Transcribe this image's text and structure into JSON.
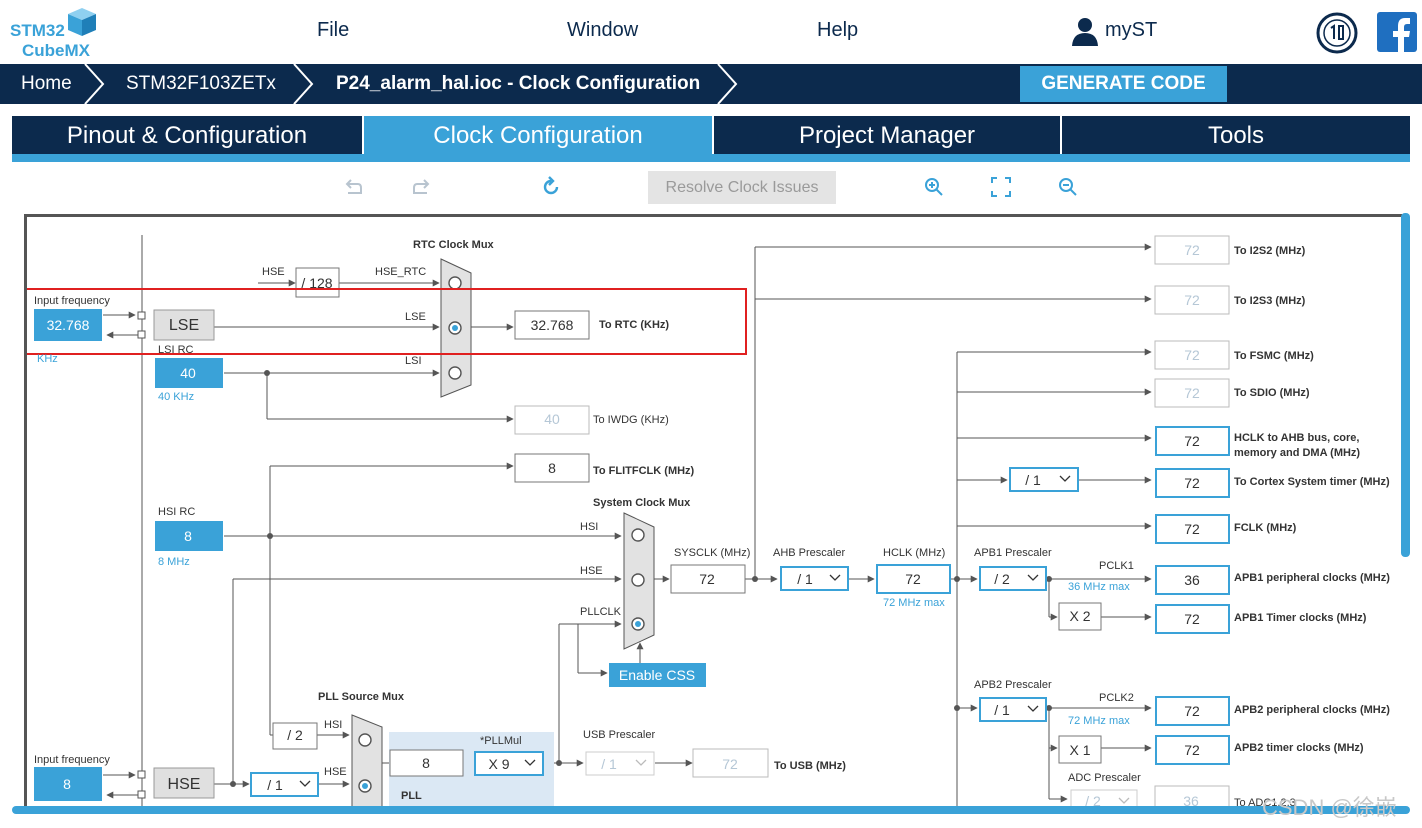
{
  "app": {
    "logo_top": "STM32",
    "logo_bottom": "CubeMX"
  },
  "menu": {
    "file": "File",
    "window": "Window",
    "help": "Help",
    "myst": "myST"
  },
  "breadcrumb": [
    "Home",
    "STM32F103ZETx",
    "P24_alarm_hal.ioc - Clock Configuration"
  ],
  "generate_label": "GENERATE CODE",
  "tabs": [
    "Pinout & Configuration",
    "Clock Configuration",
    "Project Manager",
    "Tools"
  ],
  "toolbar": {
    "resolve_label": "Resolve Clock Issues"
  },
  "watermark": "CSDN @徐嵌",
  "colors": {
    "accent": "#3aa2d8",
    "navy": "#0c2a4d",
    "highlight": "#e02020"
  },
  "diagram": {
    "lse_input": {
      "label": "Input frequency",
      "value": "32.768",
      "unit": "KHz"
    },
    "lse": "LSE",
    "lsi": {
      "label": "LSI RC",
      "value": "40",
      "sub": "40 KHz"
    },
    "rtc_mux": {
      "title": "RTC Clock Mux",
      "hse": "HSE",
      "div": "/ 128",
      "hse_rtc": "HSE_RTC",
      "lse": "LSE",
      "lsi": "LSI"
    },
    "rtc_out": {
      "value": "32.768",
      "label": "To RTC (KHz)"
    },
    "iwdg": {
      "value": "40",
      "label": "To IWDG (KHz)"
    },
    "flit": {
      "value": "8",
      "label": "To FLITFCLK (MHz)"
    },
    "hsi": {
      "label": "HSI RC",
      "value": "8",
      "sub": "8 MHz"
    },
    "sys_mux": {
      "title": "System Clock Mux",
      "hsi": "HSI",
      "hse": "HSE",
      "pllclk": "PLLCLK"
    },
    "enable_css": "Enable CSS",
    "sysclk": {
      "label": "SYSCLK (MHz)",
      "value": "72"
    },
    "ahb": {
      "label": "AHB Prescaler",
      "value": "/ 1"
    },
    "hclk": {
      "label": "HCLK (MHz)",
      "value": "72",
      "sub": "72 MHz max"
    },
    "apb1": {
      "label": "APB1 Prescaler",
      "value": "/ 2",
      "pclk": "PCLK1",
      "sub": "36 MHz max",
      "timer_mul": "X 2"
    },
    "apb2": {
      "label": "APB2 Prescaler",
      "value": "/ 1",
      "pclk": "PCLK2",
      "sub": "72 MHz max",
      "timer_mul": "X 1"
    },
    "adc": {
      "label": "ADC Prescaler",
      "value": "/ 2",
      "out": "36",
      "out_label": "To ADC1,2,3"
    },
    "cortex_div": "/ 1",
    "outputs": [
      {
        "value": "72",
        "label": "To I2S2 (MHz)",
        "disabled": true
      },
      {
        "value": "72",
        "label": "To I2S3 (MHz)",
        "disabled": true
      },
      {
        "value": "72",
        "label": "To FSMC (MHz)",
        "disabled": true
      },
      {
        "value": "72",
        "label": "To SDIO (MHz)",
        "disabled": true
      },
      {
        "value": "72",
        "label": "HCLK to AHB bus, core,",
        "label2": "memory and DMA (MHz)",
        "disabled": false
      },
      {
        "value": "72",
        "label": "To Cortex System timer (MHz)",
        "disabled": false
      },
      {
        "value": "72",
        "label": "FCLK (MHz)",
        "disabled": false
      },
      {
        "value": "36",
        "label": "APB1 peripheral clocks (MHz)",
        "disabled": false
      },
      {
        "value": "72",
        "label": "APB1 Timer clocks (MHz)",
        "disabled": false
      },
      {
        "value": "72",
        "label": "APB2 peripheral clocks (MHz)",
        "disabled": false
      },
      {
        "value": "72",
        "label": "APB2 timer clocks (MHz)",
        "disabled": false
      }
    ],
    "pll_src": {
      "title": "PLL Source Mux",
      "hsi": "HSI",
      "hse": "HSE",
      "hsi_div": "/ 2"
    },
    "hse_input": {
      "label": "Input frequency",
      "value": "8"
    },
    "hse": "HSE",
    "hse_div": "/ 1",
    "pll": {
      "label": "PLL",
      "in": "8",
      "mul_label": "*PLLMul",
      "mul": "X 9"
    },
    "usb": {
      "label": "USB Prescaler",
      "value": "/ 1",
      "out": "72",
      "out_label": "To USB (MHz)"
    }
  }
}
